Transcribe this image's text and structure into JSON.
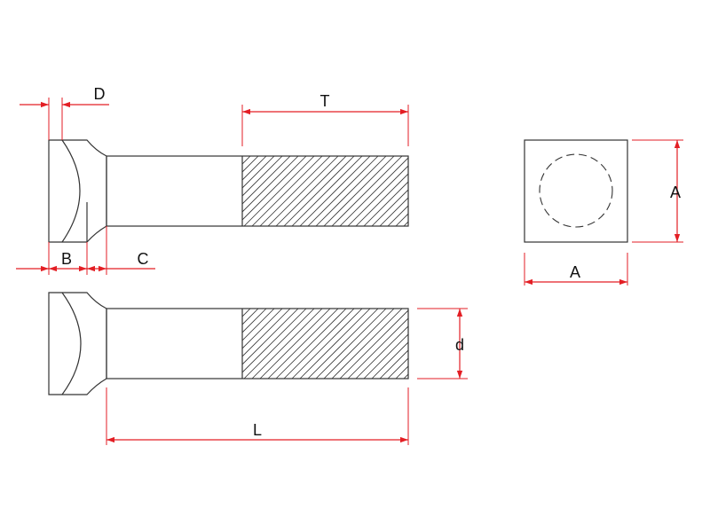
{
  "colors": {
    "dimension": "#e31e24",
    "outline": "#333333",
    "background": "#ffffff"
  },
  "labels": {
    "D": "D",
    "T": "T",
    "B": "B",
    "C": "C",
    "A_side": "A",
    "A_bottom": "A",
    "d": "d",
    "L": "L"
  }
}
